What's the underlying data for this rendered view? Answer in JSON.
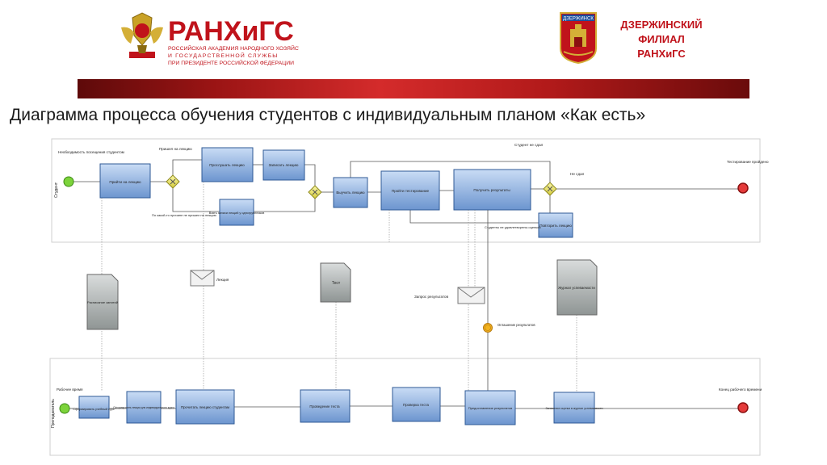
{
  "header": {
    "logo_main": "РАНХиГС",
    "logo_sub1": "РОССИЙСКАЯ АКАДЕМИЯ НАРОДНОГО ХОЗЯЙСТВА",
    "logo_sub2": "И ГОСУДАРСТВЕННОЙ СЛУЖБЫ",
    "logo_sub3": "ПРИ ПРЕЗИДЕНТЕ РОССИЙСКОЙ ФЕДЕРАЦИИ",
    "crest_label": "ДЗЕРЖИНСК",
    "branch_line1": "ДЗЕРЖИНСКИЙ",
    "branch_line2": "ФИЛИАЛ",
    "branch_line3": "РАНХиГС"
  },
  "title": "Диаграмма процесса обучения студентов с индивидуальным планом «Как есть»",
  "diagram": {
    "lane_top": "Студент",
    "lane_bottom": "Преподаватель",
    "start_top": "Необходимость посещения студентом",
    "attend_label": "Пришел на лекцию",
    "not_attend_label": "По какой-то причине не пришел на лекцию",
    "task_attend": "Прийти на лекцию",
    "task_listen": "Прослушать лекцию",
    "task_write": "Записать лекцию",
    "task_take": "Взять записи лекций у одногруппников",
    "task_learn": "Выучить лекцию",
    "task_test": "Пройти тестирование",
    "task_results": "Получить результаты",
    "task_repeat": "Повторить лекцию",
    "passed_label": "Студент не сдал",
    "failed_label": "Студенты не удовлетворены оценкой",
    "got_label": "Не сдал",
    "end_top": "Тестирование пройдено",
    "doc_schedule": "Расписание занятий",
    "msg_lecture": "Лекция",
    "doc_test": "Тест",
    "msg_request": "Запрос результатов",
    "event_notify": "Оглашение результатов",
    "doc_journal": "Журнал успеваемости",
    "start_bottom": "Рабочее время",
    "task_prepare": "Сформировать учебный курс",
    "task_compose": "Сформировать лекции для индивидуального курса",
    "task_read": "Прочитать лекцию студентам",
    "task_conduct": "Проведение теста",
    "task_check": "Проверка теста",
    "task_announce": "Предоставление результатов",
    "task_record": "Занесение оценки в журнал успеваемости",
    "end_bottom": "Конец рабочего времени"
  }
}
